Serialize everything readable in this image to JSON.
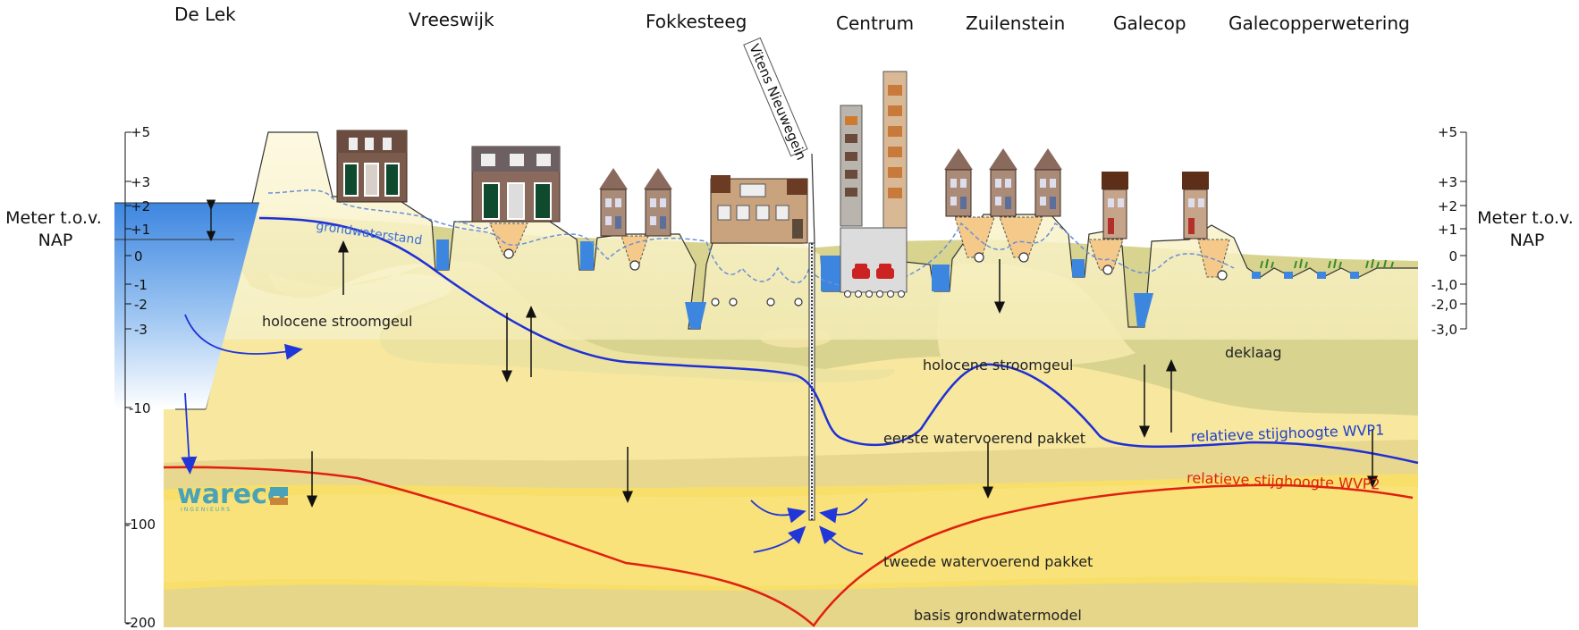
{
  "places": [
    {
      "id": "de-lek",
      "label": "De Lek"
    },
    {
      "id": "vreeswijk",
      "label": "Vreeswijk"
    },
    {
      "id": "fokkesteeg",
      "label": "Fokkesteeg"
    },
    {
      "id": "centrum",
      "label": "Centrum"
    },
    {
      "id": "zuilenstein",
      "label": "Zuilenstein"
    },
    {
      "id": "galecop",
      "label": "Galecop"
    },
    {
      "id": "galecopperwetering",
      "label": "Galecopperwetering"
    }
  ],
  "pumping_station": "Vitens Nieuwegein",
  "left_axis": {
    "label_line1": "Meter t.o.v.",
    "label_line2": "NAP",
    "ticks": [
      "+5",
      "+3",
      "+2",
      "+1",
      "0",
      "-1",
      "-2",
      "-3",
      "-10",
      "-100",
      "-200"
    ]
  },
  "right_axis": {
    "label_line1": "Meter t.o.v.",
    "label_line2": "NAP",
    "ticks": [
      "+5",
      "+3",
      "+2",
      "+1",
      "0",
      "-1,0",
      "-2,0",
      "-3,0"
    ]
  },
  "labels": {
    "grondwaterstand": "grondwaterstand",
    "holocene_left": "holocene stroomgeul",
    "holocene_right": "holocene stroomgeul",
    "deklaag": "deklaag",
    "eerste_wvp": "eerste watervoerend pakket",
    "tweede_wvp": "tweede watervoerend pakket",
    "basis": "basis grondwatermodel",
    "wvp1": "relatieve stijghoogte WVP1",
    "wvp2": "relatieve stijghoogte WVP2"
  },
  "logo": {
    "name": "wareco",
    "sub": "INGENIEURS"
  },
  "colors": {
    "river_water": "#3d86e0",
    "deklaag": "#d9d58f",
    "aquifer1": "#f6e59a",
    "aquifer2": "#f7df6a",
    "wvp1_line": "#1f2fd6",
    "wvp2_line": "#e02010",
    "groundwater_dashed": "#6a8fd8"
  }
}
